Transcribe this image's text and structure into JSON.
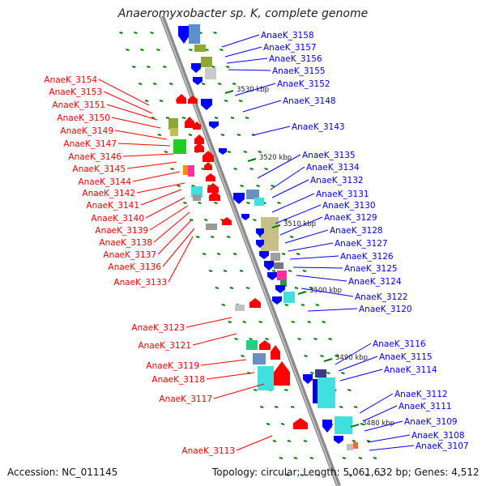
{
  "title": "Anaeromyxobacter sp. K, complete genome",
  "footer": {
    "accession": "Accession: NC_011145",
    "topology": "Topology: circular; Length: 5,061,632 bp; Genes: 4,512"
  },
  "colors": {
    "forward_strand": "#ff0000",
    "reverse_strand": "#0000ff",
    "axis": "#808080",
    "tick": "#008000"
  },
  "position_markers": [
    "3530 kbp",
    "3520 kbp",
    "3510 kbp",
    "3500 kbp",
    "3490 kbp",
    "3480 kbp"
  ],
  "right_labels": [
    "AnaeK_3158",
    "AnaeK_3157",
    "AnaeK_3156",
    "AnaeK_3155",
    "AnaeK_3152",
    "AnaeK_3148",
    "AnaeK_3143",
    "AnaeK_3135",
    "AnaeK_3134",
    "AnaeK_3132",
    "AnaeK_3131",
    "AnaeK_3130",
    "AnaeK_3129",
    "AnaeK_3128",
    "AnaeK_3127",
    "AnaeK_3126",
    "AnaeK_3125",
    "AnaeK_3124",
    "AnaeK_3122",
    "AnaeK_3120",
    "AnaeK_3116",
    "AnaeK_3115",
    "AnaeK_3114",
    "AnaeK_3112",
    "AnaeK_3111",
    "AnaeK_3109",
    "AnaeK_3108",
    "AnaeK_3107"
  ],
  "left_labels": [
    "AnaeK_3154",
    "AnaeK_3153",
    "AnaeK_3151",
    "AnaeK_3150",
    "AnaeK_3149",
    "AnaeK_3147",
    "AnaeK_3146",
    "AnaeK_3145",
    "AnaeK_3144",
    "AnaeK_3142",
    "AnaeK_3141",
    "AnaeK_3140",
    "AnaeK_3139",
    "AnaeK_3138",
    "AnaeK_3137",
    "AnaeK_3136",
    "AnaeK_3133",
    "AnaeK_3123",
    "AnaeK_3121",
    "AnaeK_3119",
    "AnaeK_3118",
    "AnaeK_3117",
    "AnaeK_3113"
  ]
}
